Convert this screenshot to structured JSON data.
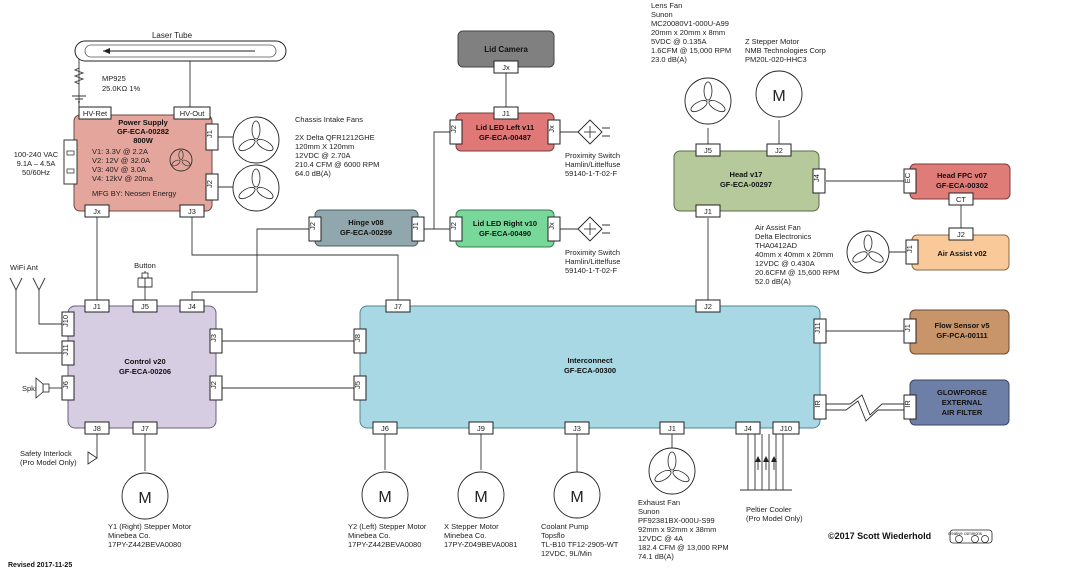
{
  "laser_tube": {
    "label": "Laser Tube",
    "resistor_part": "MP925",
    "resistor_value": "25.0KΩ  1%"
  },
  "power_supply": {
    "title": "Power Supply",
    "part": "GF-ECA-00282",
    "power": "800W",
    "v1": "V1: 3.3V @ 2.2A",
    "v2": "V2: 12V @ 32.0A",
    "v3": "V3: 40V @ 3.0A",
    "v4": "V4: 12kV @ 20ma",
    "mfg": "MFG BY: Neosen Energy",
    "hv_ret": "HV-Ret",
    "hv_out": "HV-Out",
    "conn_j1": "J1",
    "conn_j2": "J2",
    "conn_jx": "Jx",
    "conn_j3": "J3"
  },
  "mains": {
    "line1": "100-240 VAC",
    "line2": "9.1A – 4.5A",
    "line3": "50/60Hz"
  },
  "intake_fans": {
    "title": "Chassis Intake Fans",
    "line1": "2X Delta QFR1212GHE",
    "line2": "120mm X 120mm",
    "line3": "12VDC @ 2.70A",
    "line4": "210.4 CFM @ 6000 RPM",
    "line5": "64.0 dB(A)"
  },
  "lid_camera": {
    "title": "Lid Camera",
    "conn": "Jx"
  },
  "lid_led_left": {
    "title": "Lid LED Left v11",
    "part": "GF-ECA-00487",
    "conn_top": "J1",
    "conn_left": "J2",
    "conn_right": "Jx"
  },
  "lid_led_right": {
    "title": "Lid LED Right v10",
    "part": "GF-ECA-00490",
    "conn_left": "J2",
    "conn_right": "Jx"
  },
  "prox_switch_1": {
    "line1": "Proximity Switch",
    "line2": "Hamlin/Littelfuse",
    "line3": "59140-1-T-02-F"
  },
  "prox_switch_2": {
    "line1": "Proximity Switch",
    "line2": "Hamlin/Littelfuse",
    "line3": "59140-1-T-02-F"
  },
  "hinge": {
    "title": "Hinge v08",
    "part": "GF-ECA-00299",
    "conn_left": "J2",
    "conn_right": "J1"
  },
  "lens_fan": {
    "line1": "Lens Fan",
    "line2": "Sunon",
    "line3": "MC20080V1-000U-A99",
    "line4": "20mm x 20mm x 8mm",
    "line5": "5VDC @ 0.135A",
    "line6": "1.6CFM @ 15,000 RPM",
    "line7": "23.0 dB(A)"
  },
  "z_motor": {
    "line1": "Z Stepper Motor",
    "line2": "NMB Technologies Corp",
    "line3": "PM20L-020-HHC3"
  },
  "head": {
    "title": "Head v17",
    "part": "GF-ECA-00297",
    "conn_j5": "J5",
    "conn_j2": "J2",
    "conn_j4": "J4",
    "conn_j1": "J1"
  },
  "head_fpc": {
    "title": "Head FPC v07",
    "part": "GF-ECA-00302",
    "conn_ec": "EC",
    "conn_ct": "CT"
  },
  "air_assist_fan": {
    "line1": "Air Assist Fan",
    "line2": "Delta Electronics",
    "line3": "THA0412AD",
    "line4": "40mm x 40mm x 20mm",
    "line5": "12VDC @ 0.430A",
    "line6": "20.6CFM @ 15,600 RPM",
    "line7": "52.0 dB(A)"
  },
  "air_assist": {
    "title": "Air Assist v02",
    "conn_j2": "J2",
    "conn_j1": "J1"
  },
  "control": {
    "title": "Control v20",
    "part": "GF-ECA-00206",
    "conn_j1": "J1",
    "conn_j5": "J5",
    "conn_j4": "J4",
    "conn_j10": "J10",
    "conn_j11": "J11",
    "conn_j6": "J6",
    "conn_j3": "J3",
    "conn_j2": "J2",
    "conn_j8": "J8",
    "conn_j7": "J7"
  },
  "wifi": {
    "label": "WiFi Ant"
  },
  "button": {
    "label": "Button"
  },
  "speaker": {
    "label": "Spkr"
  },
  "safety": {
    "line1": "Safety Interlock",
    "line2": "(Pro Model Only)"
  },
  "interconnect": {
    "title": "Interconnect",
    "part": "GF-ECA-00300",
    "conn_j7": "J7",
    "conn_j2": "J2",
    "conn_j8": "J8",
    "conn_j5": "J5",
    "conn_j11": "J11",
    "conn_ir": "IR",
    "conn_j6": "J6",
    "conn_j9": "J9",
    "conn_j3": "J3",
    "conn_j1": "J1",
    "conn_j4": "J4",
    "conn_j10": "J10"
  },
  "flow_sensor": {
    "title": "Flow Sensor v5",
    "part": "GF-PCA-00111",
    "conn": "J1"
  },
  "filter": {
    "line1": "GLOWFORGE",
    "line2": "EXTERNAL",
    "line3": "AIR FILTER",
    "conn": "IR"
  },
  "y1_motor": {
    "line1": "Y1 (Right) Stepper Motor",
    "line2": "Minebea Co.",
    "line3": "17PY-Z442BEVA0080"
  },
  "y2_motor": {
    "line1": "Y2 (Left) Stepper Motor",
    "line2": "Minebea Co.",
    "line3": "17PY-Z442BEVA0080"
  },
  "x_motor": {
    "line1": "X Stepper Motor",
    "line2": "Minebea Co.",
    "line3": "17PY-Z049BEVA0081"
  },
  "coolant_pump": {
    "line1": "Coolant Pump",
    "line2": "Topsflo",
    "line3": "TL-B10 TF12-2905-WT",
    "line4": "12VDC, 9L/Min"
  },
  "exhaust_fan": {
    "line1": "Exhaust Fan",
    "line2": "Sunon",
    "line3": "PF92381BX-000U-S99",
    "line4": "92mm x 92mm x 38mm",
    "line5": "12VDC @ 4A",
    "line6": "182.4 CFM @ 13,000 RPM",
    "line7": "74.1 dB(A)"
  },
  "peltier": {
    "line1": "Peltier Cooler",
    "line2": "(Pro Model Only)"
  },
  "motor_symbol": "M",
  "copyright": "©2017 Scott Wiederhold",
  "cc_text": "creative commons",
  "revised": "Revised 2017-11-25",
  "colors": {
    "power_supply": "#e4a59c",
    "lid_camera": "#808080",
    "lid_led_left": "#e07878",
    "lid_led_right": "#78d89a",
    "hinge": "#8fa7ad",
    "head": "#b5c99a",
    "head_fpc": "#e07c78",
    "air_assist": "#f9c99a",
    "control": "#d7cde3",
    "interconnect": "#a8d8e3",
    "flow_sensor": "#c8956a",
    "filter": "#6e7fa7"
  }
}
